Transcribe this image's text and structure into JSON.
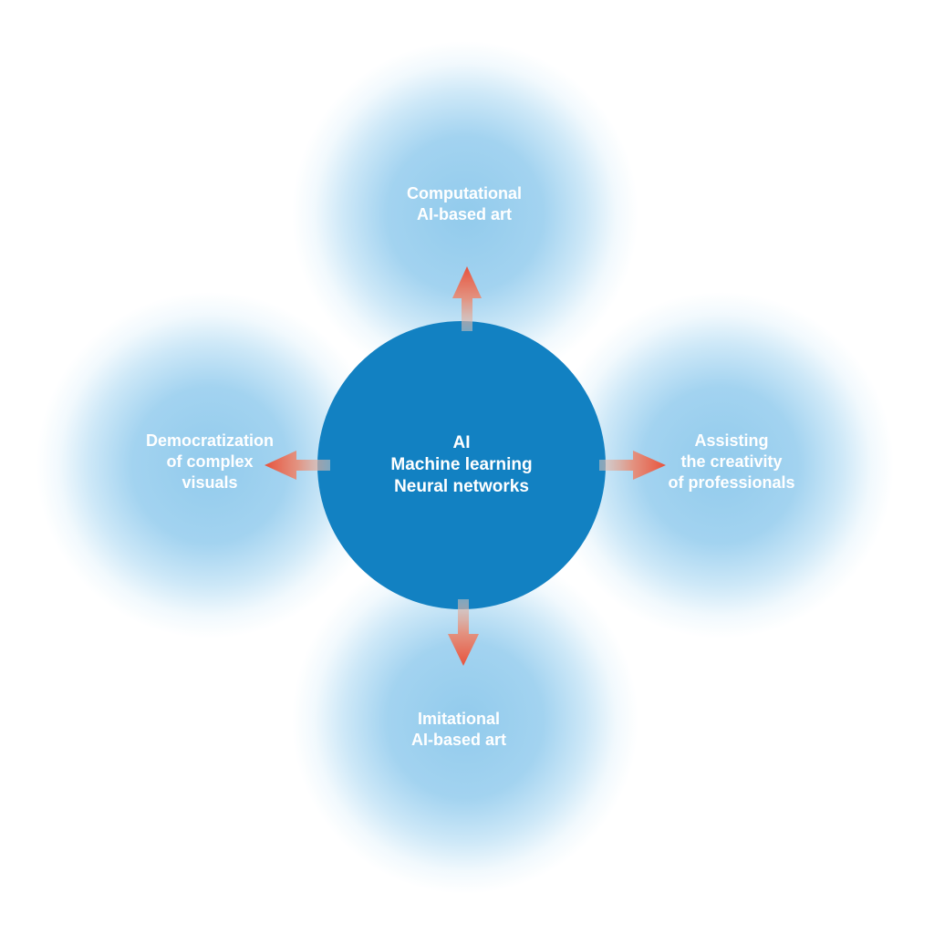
{
  "center": {
    "lines": [
      "AI",
      "Machine learning",
      "Neural networks"
    ],
    "color": "#1281c2"
  },
  "outcomes": {
    "top": [
      "Computational",
      "AI-based art"
    ],
    "left": [
      "Democratization",
      "of complex",
      "visuals"
    ],
    "right": [
      "Assisting",
      "the creativity",
      "of professionals"
    ],
    "bottom": [
      "Imitational",
      "AI-based art"
    ]
  },
  "colors": {
    "glow": "#8cc8eb",
    "arrow": "#e8523c",
    "text": "#ffffff"
  }
}
